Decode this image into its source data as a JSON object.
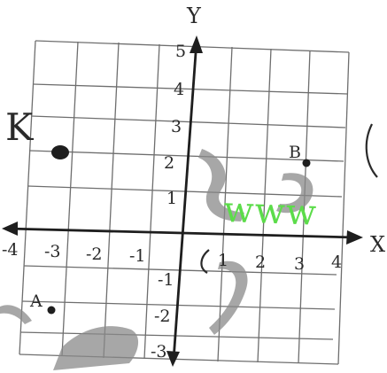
{
  "axes": {
    "x_title": "X",
    "y_title": "Y"
  },
  "x_ticks": [
    "-4",
    "-3",
    "-2",
    "-1",
    "1",
    "2",
    "3",
    "4"
  ],
  "y_ticks": [
    "5",
    "4",
    "3",
    "2",
    "1",
    "-1",
    "-2",
    "-3"
  ],
  "points": [
    {
      "label": "",
      "x": -3,
      "y": 2
    },
    {
      "label": "B",
      "x": 3,
      "y": 2
    },
    {
      "label": "A",
      "x": -3,
      "y": -2
    }
  ],
  "margin_mark": "K",
  "watermark": "www",
  "colors": {
    "ink": "#2a2a2a",
    "grid": "#555555",
    "watermark": "#5cdc4a",
    "smudge": "#8a8a8a"
  }
}
